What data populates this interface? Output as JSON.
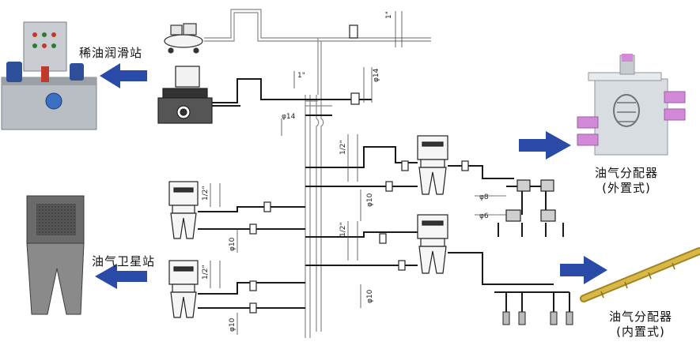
{
  "labels": {
    "thin_oil_station": "稀油润滑站",
    "oil_gas_satellite": "油气卫星站",
    "distributor_external_line1": "油气分配器",
    "distributor_external_line2": "(外置式)",
    "distributor_internal_line1": "油气分配器",
    "distributor_internal_line2": "(内置式)"
  },
  "pipe_sizes": {
    "main_air": "1\"",
    "oil_feed": "φ14",
    "air_branch": "1\"",
    "oil_branch": "φ14",
    "sat_up_air": "1/2\"",
    "sat_up_oil": "φ10",
    "sat_down_air": "1/2\"",
    "sat_down_oil": "φ10",
    "left_top_air": "1/2\"",
    "left_top_oil": "φ10",
    "left_bot_air": "1/2\"",
    "left_bot_oil": "φ10",
    "ext_outlet_a": "φ8",
    "ext_outlet_b": "φ6"
  },
  "colors": {
    "arrow": "#2a4aa8",
    "pipe": "#1a1a1a",
    "pipe_outline": "#777777",
    "distributor_body": "#d8dde2",
    "distributor_port": "#d28ad8",
    "internal_distributor": "#d9b84a"
  }
}
